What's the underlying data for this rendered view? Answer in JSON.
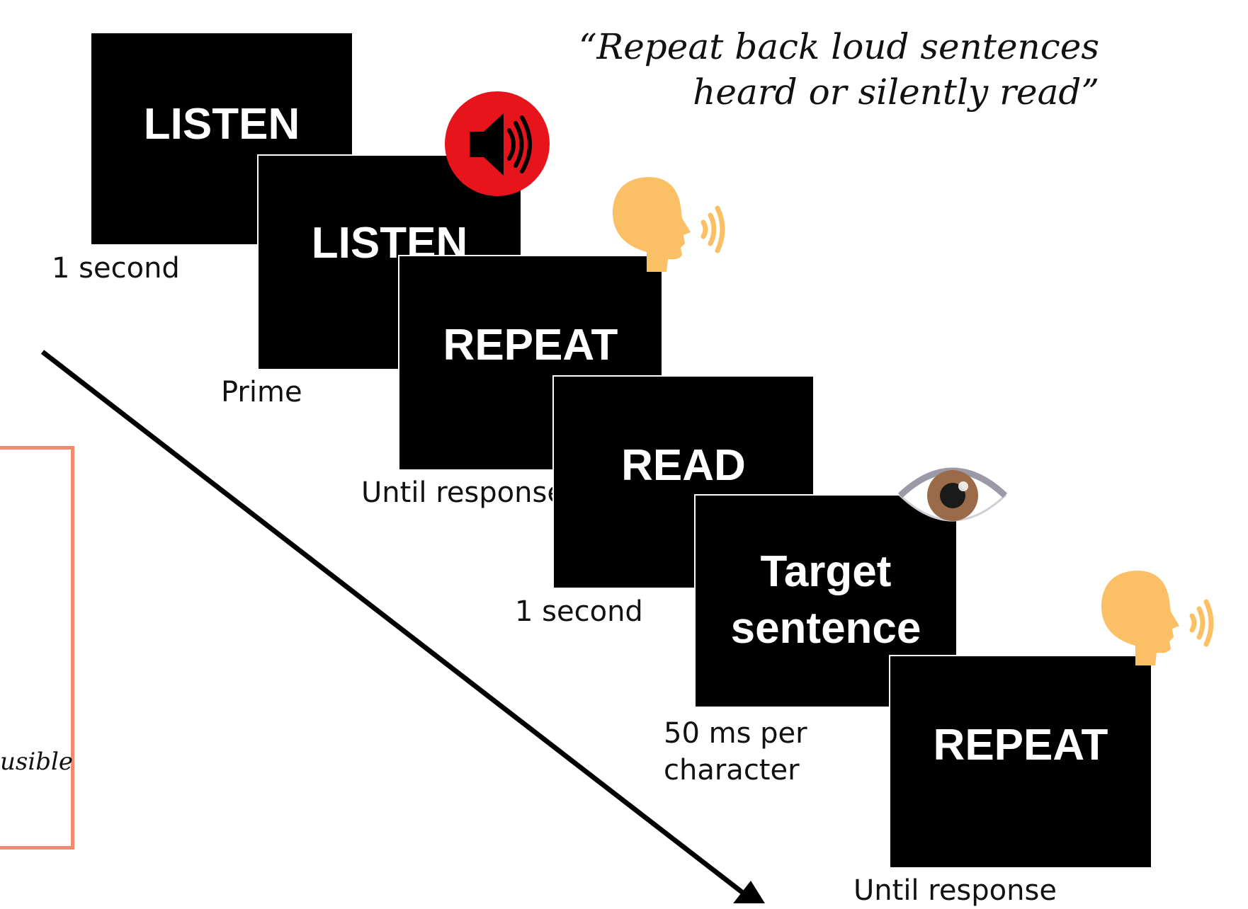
{
  "instruction_quote": {
    "line1": "“Repeat back loud sentences",
    "line2": "heard or silently read”"
  },
  "partial_box_text": "usible",
  "steps": [
    {
      "screen_text": "LISTEN",
      "caption": "1 second"
    },
    {
      "screen_text": "LISTEN",
      "caption": "Prime",
      "icon": "speaker-icon"
    },
    {
      "screen_text": "REPEAT",
      "caption": "Until response",
      "icon": "speaking-head-icon"
    },
    {
      "screen_text": "READ",
      "caption": "1 second"
    },
    {
      "screen_text_line1": "Target",
      "screen_text_line2": "sentence",
      "caption_line1": "50 ms per",
      "caption_line2": "character",
      "icon": "eye-icon"
    },
    {
      "screen_text": "REPEAT",
      "caption": "Until response",
      "icon": "speaking-head-icon"
    }
  ],
  "colors": {
    "screen": "#000000",
    "speaker_circle": "#e8141c",
    "head": "#fbbf66",
    "box_outline": "#f08a70",
    "eye_iris": "#9b6a48"
  }
}
